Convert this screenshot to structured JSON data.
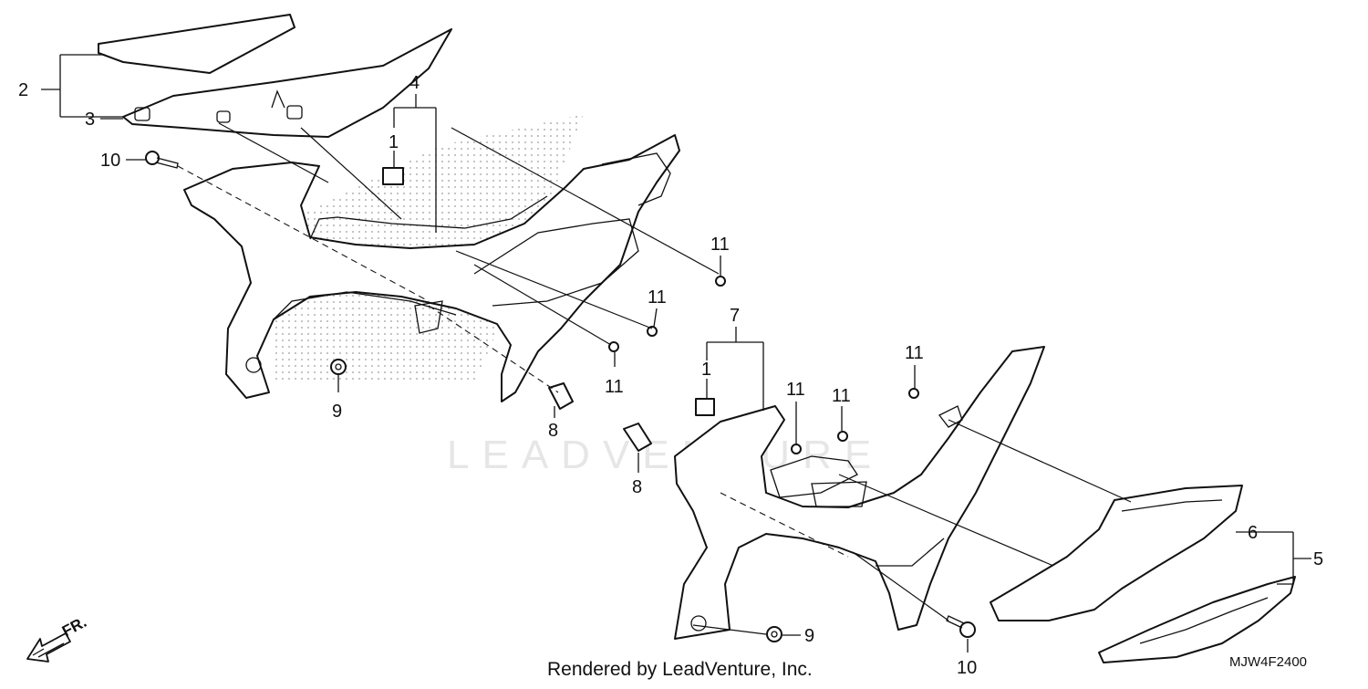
{
  "diagram": {
    "callouts": {
      "c2": "2",
      "c3": "3",
      "c4": "4",
      "c1a": "1",
      "c10a": "10",
      "c11a": "11",
      "c11b": "11",
      "c11c": "11",
      "c7": "7",
      "c1b": "1",
      "c9a": "9",
      "c8a": "8",
      "c8b": "8",
      "c11d": "11",
      "c11e": "11",
      "c11f": "11",
      "c6": "6",
      "c5": "5",
      "c9b": "9",
      "c10b": "10"
    },
    "front_label": "FR.",
    "watermark": "LEADVENTURE",
    "credit": "Rendered by LeadVenture, Inc.",
    "diagram_code": "MJW4F2400"
  }
}
